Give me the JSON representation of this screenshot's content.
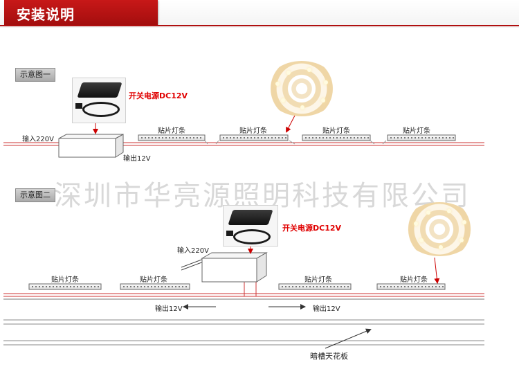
{
  "header": {
    "title": "安装说明"
  },
  "diagram1": {
    "tag": "示意图一",
    "psu_label": "开关电源DC12V",
    "input_label": "输入220V",
    "output_label": "输出12V",
    "strip_labels": [
      "贴片灯条",
      "贴片灯条",
      "贴片灯条",
      "贴片灯条"
    ]
  },
  "diagram2": {
    "tag": "示意图二",
    "psu_label": "开关电源DC12V",
    "input_label": "输入220V",
    "output_left_label": "输出12V",
    "output_right_label": "输出12V",
    "strip_labels": [
      "贴片灯条",
      "贴片灯条",
      "贴片灯条",
      "贴片灯条"
    ],
    "ceiling_label": "暗槽天花板"
  },
  "watermark": "深圳市华亮源照明科技有限公司",
  "colors": {
    "header_red": "#b81414",
    "wire_red": "#cc3333",
    "arrow_red": "#cc0000",
    "psu_text_red": "#e00000"
  }
}
